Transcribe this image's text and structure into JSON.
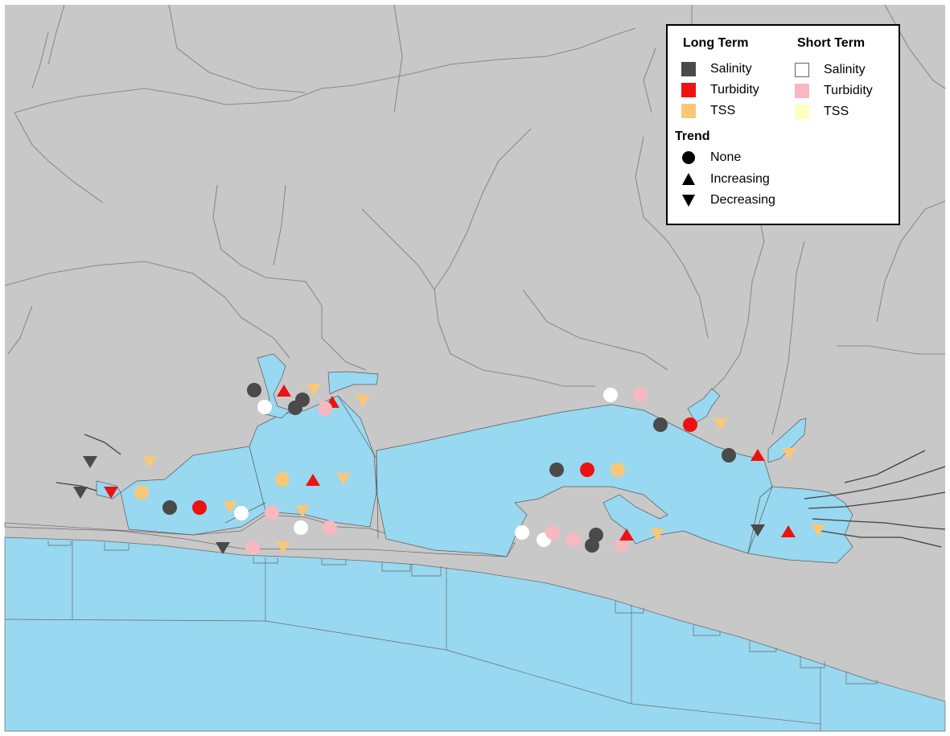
{
  "colors": {
    "land": "#c8c8c8",
    "water": "#98d8f0",
    "river": "#8a8a8a",
    "long_salinity": "#4a4a4a",
    "long_turbidity": "#ee1111",
    "long_tss": "#f8c878",
    "short_salinity": "#ffffff",
    "short_turbidity": "#f8b8c0",
    "short_tss": "#ffffc0"
  },
  "legend": {
    "long_term_title": "Long Term",
    "short_term_title": "Short Term",
    "trend_title": "Trend",
    "long_term_items": [
      {
        "label": "Salinity",
        "color": "long_salinity"
      },
      {
        "label": "Turbidity",
        "color": "long_turbidity"
      },
      {
        "label": "TSS",
        "color": "long_tss"
      }
    ],
    "short_term_items": [
      {
        "label": "Salinity",
        "color": "short_salinity"
      },
      {
        "label": "Turbidity",
        "color": "short_turbidity"
      },
      {
        "label": "TSS",
        "color": "short_tss"
      }
    ],
    "trend_items": [
      {
        "label": "None",
        "shape": "circle"
      },
      {
        "label": "Increasing",
        "shape": "triangle-up"
      },
      {
        "label": "Decreasing",
        "shape": "triangle-down"
      }
    ]
  },
  "stations": [
    {
      "variable": "salinity",
      "term": "long",
      "trend": "decreasing"
    },
    {
      "variable": "salinity",
      "term": "long",
      "trend": "decreasing"
    },
    {
      "variable": "turbidity",
      "term": "long",
      "trend": "decreasing"
    },
    {
      "variable": "tss",
      "term": "long",
      "trend": "decreasing"
    },
    {
      "variable": "tss",
      "term": "long",
      "trend": "none"
    },
    {
      "variable": "salinity",
      "term": "long",
      "trend": "none"
    },
    {
      "variable": "turbidity",
      "term": "long",
      "trend": "none"
    },
    {
      "variable": "tss",
      "term": "long",
      "trend": "decreasing"
    },
    {
      "variable": "salinity",
      "term": "short",
      "trend": "none"
    },
    {
      "variable": "salinity",
      "term": "long",
      "trend": "decreasing"
    },
    {
      "variable": "turbidity",
      "term": "short",
      "trend": "none"
    },
    {
      "variable": "tss",
      "term": "long",
      "trend": "decreasing"
    },
    {
      "variable": "salinity",
      "term": "short",
      "trend": "none"
    },
    {
      "variable": "turbidity",
      "term": "short",
      "trend": "none"
    },
    {
      "variable": "turbidity",
      "term": "short",
      "trend": "none"
    },
    {
      "variable": "tss",
      "term": "long",
      "trend": "decreasing"
    },
    {
      "variable": "salinity",
      "term": "long",
      "trend": "none"
    },
    {
      "variable": "turbidity",
      "term": "long",
      "trend": "increasing"
    },
    {
      "variable": "tss",
      "term": "long",
      "trend": "decreasing"
    },
    {
      "variable": "salinity",
      "term": "long",
      "trend": "none"
    },
    {
      "variable": "salinity",
      "term": "short",
      "trend": "none"
    },
    {
      "variable": "turbidity",
      "term": "long",
      "trend": "increasing"
    },
    {
      "variable": "tss",
      "term": "long",
      "trend": "decreasing"
    },
    {
      "variable": "salinity",
      "term": "long",
      "trend": "none"
    },
    {
      "variable": "turbidity",
      "term": "short",
      "trend": "none"
    },
    {
      "variable": "tss",
      "term": "long",
      "trend": "none"
    },
    {
      "variable": "turbidity",
      "term": "long",
      "trend": "increasing"
    },
    {
      "variable": "tss",
      "term": "long",
      "trend": "decreasing"
    },
    {
      "variable": "salinity",
      "term": "short",
      "trend": "none"
    },
    {
      "variable": "turbidity",
      "term": "short",
      "trend": "none"
    },
    {
      "variable": "salinity",
      "term": "long",
      "trend": "none"
    },
    {
      "variable": "turbidity",
      "term": "long",
      "trend": "none"
    },
    {
      "variable": "tss",
      "term": "long",
      "trend": "decreasing"
    },
    {
      "variable": "salinity",
      "term": "long",
      "trend": "none"
    },
    {
      "variable": "turbidity",
      "term": "long",
      "trend": "increasing"
    },
    {
      "variable": "tss",
      "term": "long",
      "trend": "decreasing"
    },
    {
      "variable": "salinity",
      "term": "long",
      "trend": "none"
    },
    {
      "variable": "turbidity",
      "term": "long",
      "trend": "none"
    },
    {
      "variable": "tss",
      "term": "long",
      "trend": "none"
    },
    {
      "variable": "salinity",
      "term": "short",
      "trend": "none"
    },
    {
      "variable": "salinity",
      "term": "short",
      "trend": "none"
    },
    {
      "variable": "turbidity",
      "term": "short",
      "trend": "none"
    },
    {
      "variable": "turbidity",
      "term": "short",
      "trend": "none"
    },
    {
      "variable": "salinity",
      "term": "long",
      "trend": "none"
    },
    {
      "variable": "salinity",
      "term": "long",
      "trend": "none"
    },
    {
      "variable": "turbidity",
      "term": "short",
      "trend": "none"
    },
    {
      "variable": "turbidity",
      "term": "long",
      "trend": "increasing"
    },
    {
      "variable": "tss",
      "term": "long",
      "trend": "decreasing"
    },
    {
      "variable": "salinity",
      "term": "long",
      "trend": "decreasing"
    },
    {
      "variable": "turbidity",
      "term": "long",
      "trend": "increasing"
    },
    {
      "variable": "tss",
      "term": "long",
      "trend": "decreasing"
    }
  ]
}
